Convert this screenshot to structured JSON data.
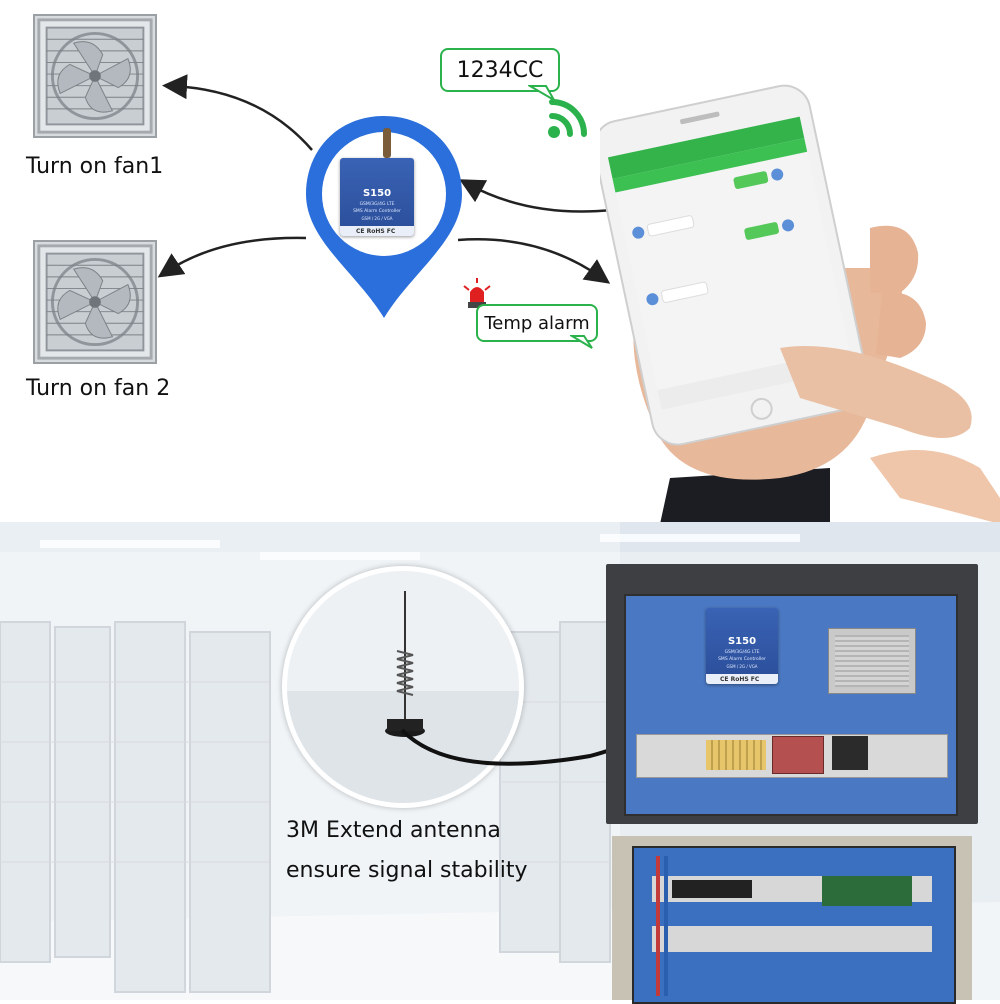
{
  "captions": {
    "fan1": "Turn on fan1",
    "fan2": "Turn on fan 2",
    "antenna_line1": "3M Extend antenna",
    "antenna_line2": "ensure signal stability"
  },
  "bubbles": {
    "sms_code": "1234CC",
    "temp_alarm": "Temp alarm"
  },
  "device": {
    "model": "S150",
    "line1": "GSM/3G/4G LTE",
    "line2": "SMS Alarm Controller",
    "line3": "GSM / 2G / VGA",
    "cert": "CE RoHS FC"
  },
  "colors": {
    "accent_green": "#2bb24c",
    "pin_blue": "#2a6fdb",
    "device_blue": "#3a63b5",
    "cabinet_gray": "#3d3f42"
  },
  "icons": {
    "signal": "wifi-signal-icon",
    "alarm": "siren-icon",
    "pin": "location-pin-icon"
  }
}
